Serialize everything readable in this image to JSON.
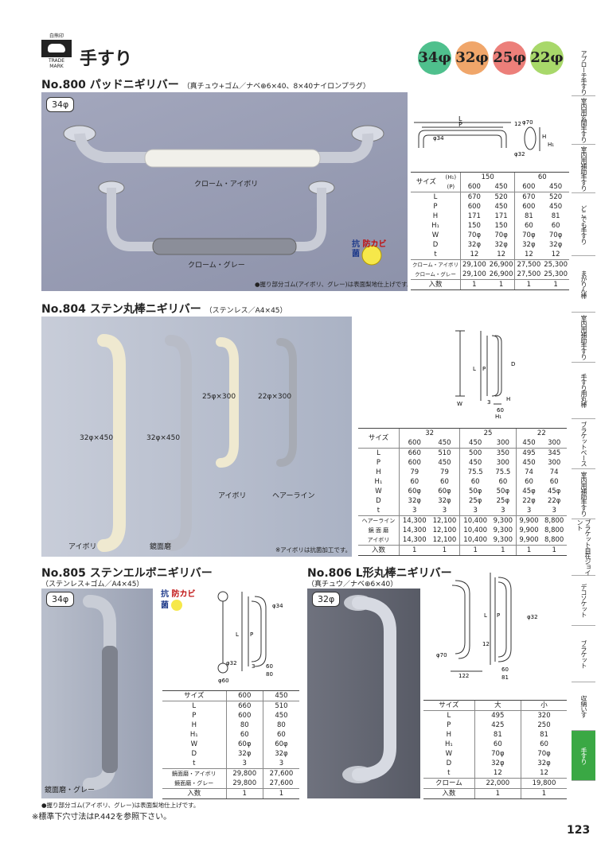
{
  "header": {
    "logo_top": "白熊印",
    "logo_bottom": "TRADE MARK",
    "title": "手すり",
    "badges": [
      {
        "label": "34φ",
        "color": "#4fc08d"
      },
      {
        "label": "32φ",
        "color": "#f0a66a"
      },
      {
        "label": "25φ",
        "color": "#ec7f7a"
      },
      {
        "label": "22φ",
        "color": "#a8d86a"
      }
    ]
  },
  "sidebar": {
    "tabs": [
      "アプローチ手すり",
      "室内用玄関手すり",
      "室内用補助手すり",
      "どこでも手すり",
      "まがりん棒",
      "室内用補助手すり",
      "手すり用丸棒",
      "ブラケットベース",
      "室内用補助手すり",
      "ブラケット自在ジョイント",
      "デコソケット",
      "ブラケット",
      "収納いす",
      "手すり"
    ],
    "active_index": 13
  },
  "products": {
    "p800": {
      "no": "No.800",
      "name": "パッドニギリバー",
      "spec": "（真チュウ+ゴム／ナベ⊕6×40、8×40ナイロンプラグ）",
      "size_tag": "34φ",
      "label_ivory": "クローム・アイボリ",
      "label_gray": "クローム・グレー",
      "note": "●握り部分ゴム(アイボリ、グレー)は表面梨地仕上げです。",
      "antimold": [
        "抗",
        "菌",
        "防",
        "カ",
        "ビ"
      ],
      "dims": {
        "L": "L",
        "P": "P",
        "d34": "φ34",
        "d70": "φ70",
        "d32": "φ32",
        "t12": "12",
        "H": "H",
        "H1": "H₁"
      },
      "table": {
        "h_label": "(H₁)",
        "p_label": "(P)",
        "size": "サイズ",
        "groups": [
          "150",
          "60"
        ],
        "cols": [
          "600",
          "450",
          "600",
          "450"
        ],
        "rows": [
          [
            "L",
            "670",
            "520",
            "670",
            "520"
          ],
          [
            "P",
            "600",
            "450",
            "600",
            "450"
          ],
          [
            "H",
            "171",
            "171",
            "81",
            "81"
          ],
          [
            "H₁",
            "150",
            "150",
            "60",
            "60"
          ],
          [
            "W",
            "70φ",
            "70φ",
            "70φ",
            "70φ"
          ],
          [
            "D",
            "32φ",
            "32φ",
            "32φ",
            "32φ"
          ],
          [
            "t",
            "12",
            "12",
            "12",
            "12"
          ]
        ],
        "prices": [
          [
            "クローム・アイボリ",
            "29,100",
            "26,900",
            "27,500",
            "25,300"
          ],
          [
            "クローム・グレー",
            "29,100",
            "26,900",
            "27,500",
            "25,300"
          ]
        ],
        "qty": [
          "入数",
          "1",
          "1",
          "1",
          "1"
        ]
      }
    },
    "p804": {
      "no": "No.804",
      "name": "ステン丸棒ニギリバー",
      "spec": "（ステンレス／A4×45）",
      "labels": [
        "32φ×450",
        "32φ×450",
        "25φ×300",
        "22φ×300",
        "アイボリ",
        "鏡面磨",
        "アイボリ",
        "ヘアーライン"
      ],
      "note": "※アイボリは抗菌加工です。",
      "dims": {
        "L": "L",
        "P": "P",
        "D": "D",
        "H": "H",
        "W": "W",
        "n3": "3",
        "n60": "60",
        "H1": "H₁"
      },
      "table": {
        "size": "サイズ",
        "groups": [
          "32",
          "25",
          "22"
        ],
        "cols": [
          "600",
          "450",
          "450",
          "300",
          "450",
          "300"
        ],
        "rows": [
          [
            "L",
            "660",
            "510",
            "500",
            "350",
            "495",
            "345"
          ],
          [
            "P",
            "600",
            "450",
            "450",
            "300",
            "450",
            "300"
          ],
          [
            "H",
            "79",
            "79",
            "75.5",
            "75.5",
            "74",
            "74"
          ],
          [
            "H₁",
            "60",
            "60",
            "60",
            "60",
            "60",
            "60"
          ],
          [
            "W",
            "60φ",
            "60φ",
            "50φ",
            "50φ",
            "45φ",
            "45φ"
          ],
          [
            "D",
            "32φ",
            "32φ",
            "25φ",
            "25φ",
            "22φ",
            "22φ"
          ],
          [
            "t",
            "3",
            "3",
            "3",
            "3",
            "3",
            "3"
          ]
        ],
        "prices": [
          [
            "ヘアーライン",
            "14,300",
            "12,100",
            "10,400",
            "9,300",
            "9,900",
            "8,800"
          ],
          [
            "鏡 面 磨",
            "14,300",
            "12,100",
            "10,400",
            "9,300",
            "9,900",
            "8,800"
          ],
          [
            "アイボリ",
            "14,300",
            "12,100",
            "10,400",
            "9,300",
            "9,900",
            "8,800"
          ]
        ],
        "qty": [
          "入数",
          "1",
          "1",
          "1",
          "1",
          "1",
          "1"
        ]
      }
    },
    "p805": {
      "no": "No.805",
      "name": "ステンエルボニギリバー",
      "spec": "（ステンレス+ゴム／A4×45）",
      "size_tag": "34φ",
      "label": "鏡面磨・グレー",
      "antimold": [
        "抗",
        "菌",
        "防",
        "カ",
        "ビ"
      ],
      "note": "●握り部分ゴム(アイボリ、グレー)は表面梨地仕上げです。",
      "dims": {
        "L": "L",
        "P": "P",
        "d34": "φ34",
        "d32": "φ32",
        "d60": "φ60",
        "n3": "3",
        "n60": "60",
        "n80": "80"
      },
      "table": {
        "size": "サイズ",
        "cols": [
          "600",
          "450"
        ],
        "rows": [
          [
            "L",
            "660",
            "510"
          ],
          [
            "P",
            "600",
            "450"
          ],
          [
            "H",
            "80",
            "80"
          ],
          [
            "H₁",
            "60",
            "60"
          ],
          [
            "W",
            "60φ",
            "60φ"
          ],
          [
            "D",
            "32φ",
            "32φ"
          ],
          [
            "t",
            "3",
            "3"
          ]
        ],
        "prices": [
          [
            "鏡面磨・アイボリ",
            "29,800",
            "27,600"
          ],
          [
            "鏡面磨・グレー",
            "29,800",
            "27,600"
          ]
        ],
        "qty": [
          "入数",
          "1",
          "1"
        ]
      }
    },
    "p806": {
      "no": "No.806",
      "name": "L形丸棒ニギリバー",
      "spec": "（真チュウ／ナベ⊕6×40）",
      "size_tag": "32φ",
      "dims": {
        "L": "L",
        "P": "P",
        "d70": "φ70",
        "d32": "φ32",
        "n122": "122",
        "n12": "12",
        "n60": "60",
        "n81": "81"
      },
      "table": {
        "size": "サイズ",
        "cols": [
          "大",
          "小"
        ],
        "rows": [
          [
            "L",
            "495",
            "320"
          ],
          [
            "P",
            "425",
            "250"
          ],
          [
            "H",
            "81",
            "81"
          ],
          [
            "H₁",
            "60",
            "60"
          ],
          [
            "W",
            "70φ",
            "70φ"
          ],
          [
            "D",
            "32φ",
            "32φ"
          ],
          [
            "t",
            "12",
            "12"
          ]
        ],
        "prices": [
          [
            "クローム",
            "22,000",
            "19,800"
          ]
        ],
        "qty": [
          "入数",
          "1",
          "1"
        ]
      }
    }
  },
  "footer": {
    "note": "※標準下穴寸法はP.442を参照下さい。",
    "page": "123"
  }
}
